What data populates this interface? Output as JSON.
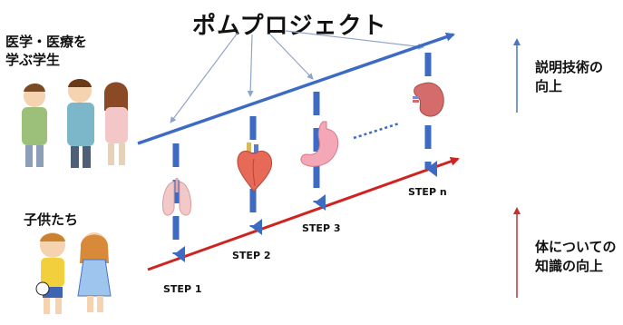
{
  "title": "ポムプロジェクト",
  "groups": {
    "students_line1": "医学・医療を",
    "students_line2": "学ぶ学生",
    "children": "子供たち"
  },
  "steps": [
    "STEP 1",
    "STEP 2",
    "STEP 3",
    "STEP n"
  ],
  "outcomes": {
    "explain_line1": "説明技術の",
    "explain_line2": "向上",
    "knowledge_line1": "体についての",
    "knowledge_line2": "知識の向上"
  },
  "organs": [
    "lungs",
    "heart",
    "stomach",
    "kidney"
  ],
  "colors": {
    "blue_arrow": "#3d6bc4",
    "red_arrow": "#d0231f",
    "thin_arrow": "#8fa5c8",
    "right_blue": "#4a74c7",
    "right_red": "#c4302c"
  }
}
